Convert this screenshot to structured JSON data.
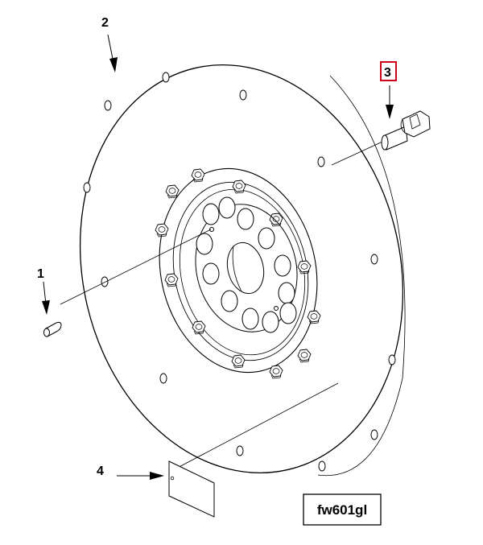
{
  "callouts": {
    "item1": "1",
    "item2": "2",
    "item3": "3",
    "item4": "4"
  },
  "figure_id": "fw601gl",
  "colors": {
    "line": "#000000",
    "highlight_box": "#d0021b",
    "background": "#ffffff"
  }
}
